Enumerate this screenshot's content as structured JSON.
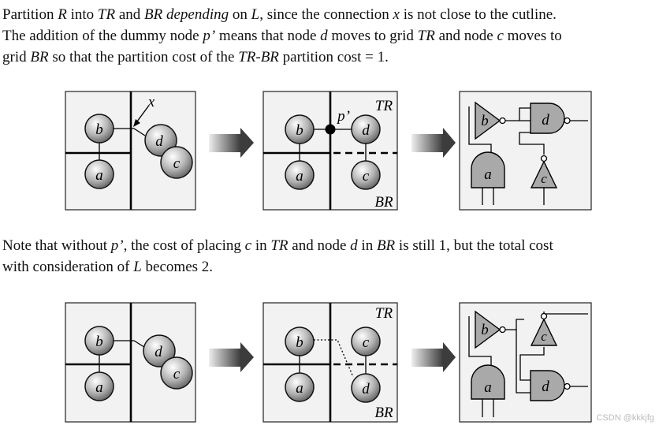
{
  "paragraph1": {
    "l1": [
      {
        "t": "Partition ",
        "i": false
      },
      {
        "t": "R",
        "i": true
      },
      {
        "t": " into ",
        "i": false
      },
      {
        "t": "TR",
        "i": true
      },
      {
        "t": " and ",
        "i": false
      },
      {
        "t": "BR depending",
        "i": true
      },
      {
        "t": " on ",
        "i": false
      },
      {
        "t": "L",
        "i": true
      },
      {
        "t": ", since the connection ",
        "i": false
      },
      {
        "t": "x",
        "i": true
      },
      {
        "t": " is not close to the cutline.",
        "i": false
      }
    ],
    "l2": [
      {
        "t": "The addition of the dummy node ",
        "i": false
      },
      {
        "t": "p’",
        "i": true
      },
      {
        "t": " means that node ",
        "i": false
      },
      {
        "t": "d",
        "i": true
      },
      {
        "t": " moves to grid ",
        "i": false
      },
      {
        "t": "TR",
        "i": true
      },
      {
        "t": " and node ",
        "i": false
      },
      {
        "t": "c",
        "i": true
      },
      {
        "t": " moves to",
        "i": false
      }
    ],
    "l3": [
      {
        "t": "grid ",
        "i": false
      },
      {
        "t": "BR",
        "i": true
      },
      {
        "t": " so that the partition cost of the ",
        "i": false
      },
      {
        "t": "TR-BR",
        "i": true
      },
      {
        "t": " partition cost = 1.",
        "i": false
      }
    ]
  },
  "paragraph2": {
    "l1": [
      {
        "t": "Note that without ",
        "i": false
      },
      {
        "t": "p’",
        "i": true
      },
      {
        "t": ", the cost of placing ",
        "i": false
      },
      {
        "t": "c",
        "i": true
      },
      {
        "t": " in ",
        "i": false
      },
      {
        "t": "TR",
        "i": true
      },
      {
        "t": " and node ",
        "i": false
      },
      {
        "t": "d",
        "i": true
      },
      {
        "t": " in ",
        "i": false
      },
      {
        "t": "BR",
        "i": true
      },
      {
        "t": " is still 1, but the total cost",
        "i": false
      }
    ],
    "l2": [
      {
        "t": "with consideration of ",
        "i": false
      },
      {
        "t": "L",
        "i": true
      },
      {
        "t": " becomes 2.",
        "i": false
      }
    ]
  },
  "labels": {
    "b": "b",
    "a": "a",
    "c": "c",
    "d": "d",
    "x": "x",
    "p": "p’",
    "TR": "TR",
    "BR": "BR"
  },
  "watermark": "CSDN @kkkjfg",
  "colors": {
    "panel": "#f2f2f2",
    "gate": "#a9a9a9",
    "arrow": "#555555"
  }
}
